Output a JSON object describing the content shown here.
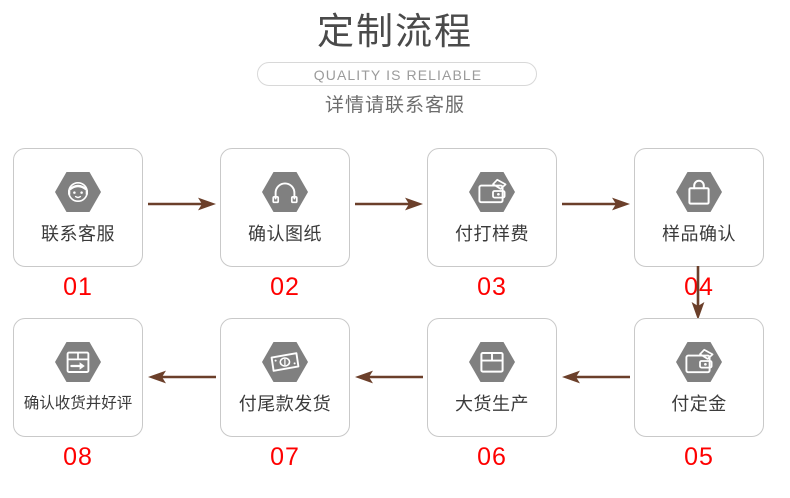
{
  "header": {
    "title": "定制流程",
    "badge": "QUALITY IS RELIABLE",
    "subtitle": "详情请联系客服"
  },
  "colors": {
    "arrow": "#6b3f2a",
    "step_number": "#fe0000",
    "icon_hex": "#808080",
    "box_border": "#c9c9c9",
    "title_text": "#4a4a4a",
    "label_text": "#3b3b3b",
    "badge_text": "#9b9b9b",
    "background": "#ffffff"
  },
  "flow": {
    "row1": [
      {
        "number": "01",
        "label": "联系客服",
        "icon": "customer-service-person-icon"
      },
      {
        "number": "02",
        "label": "确认图纸",
        "icon": "headset-icon"
      },
      {
        "number": "03",
        "label": "付打样费",
        "icon": "wallet-payment-icon"
      },
      {
        "number": "04",
        "label": "样品确认",
        "icon": "shopping-bag-icon"
      }
    ],
    "row2": [
      {
        "number": "08",
        "label": "确认收货并好评",
        "icon": "box-delivery-arrow-icon"
      },
      {
        "number": "07",
        "label": "付尾款发货",
        "icon": "banknote-money-icon"
      },
      {
        "number": "06",
        "label": "大货生产",
        "icon": "package-box-icon"
      },
      {
        "number": "05",
        "label": "付定金",
        "icon": "wallet-payment-icon"
      }
    ],
    "connectors": [
      {
        "name": "arrow-01-to-02",
        "direction": "right"
      },
      {
        "name": "arrow-02-to-03",
        "direction": "right"
      },
      {
        "name": "arrow-03-to-04",
        "direction": "right"
      },
      {
        "name": "arrow-04-to-05",
        "direction": "down"
      },
      {
        "name": "arrow-05-to-06",
        "direction": "left"
      },
      {
        "name": "arrow-06-to-07",
        "direction": "left"
      },
      {
        "name": "arrow-07-to-08",
        "direction": "left"
      }
    ]
  }
}
